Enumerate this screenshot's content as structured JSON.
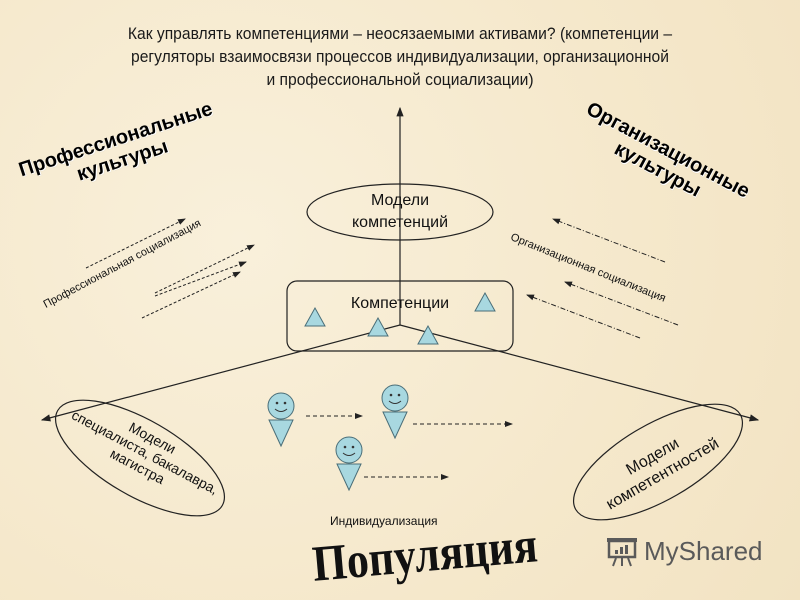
{
  "title": "Как управлять компетенциями – неосязаемыми активами? (компетенции – регуляторы взаимосвязи процессов индивидуализации, организационной и профессиональной социализации)",
  "title_lines": [
    "Как управлять компетенциями – неосязаемыми активами? (компетенции –",
    "регуляторы взаимосвязи процессов индивидуализации, организационной",
    "и профессиональной социализации)"
  ],
  "left_culture": {
    "line1": "Профессиональные",
    "line2": "культуры"
  },
  "right_culture": {
    "line1": "Организационные",
    "line2": "культуры"
  },
  "left_socialization": "Профессиональная социализация",
  "right_socialization": "Организационная социализация",
  "center_oval": {
    "line1": "Модели",
    "line2": "компетенций"
  },
  "competence_box": {
    "label": "Компетенции",
    "triangles": 4
  },
  "left_oval": {
    "line1": "Модели",
    "line2": "специалиста, бакалавра,",
    "line3": "магистра"
  },
  "right_oval": {
    "line1": "Модели",
    "line2": "компетентностей"
  },
  "people_count": 3,
  "individualization": "Индивидуализация",
  "population": "Популяция",
  "watermark": "MyShared",
  "colors": {
    "background": "#f7ecd2",
    "triangle_fill": "#a8d8e0",
    "person_fill": "#a8d8e0",
    "line": "#222222"
  }
}
